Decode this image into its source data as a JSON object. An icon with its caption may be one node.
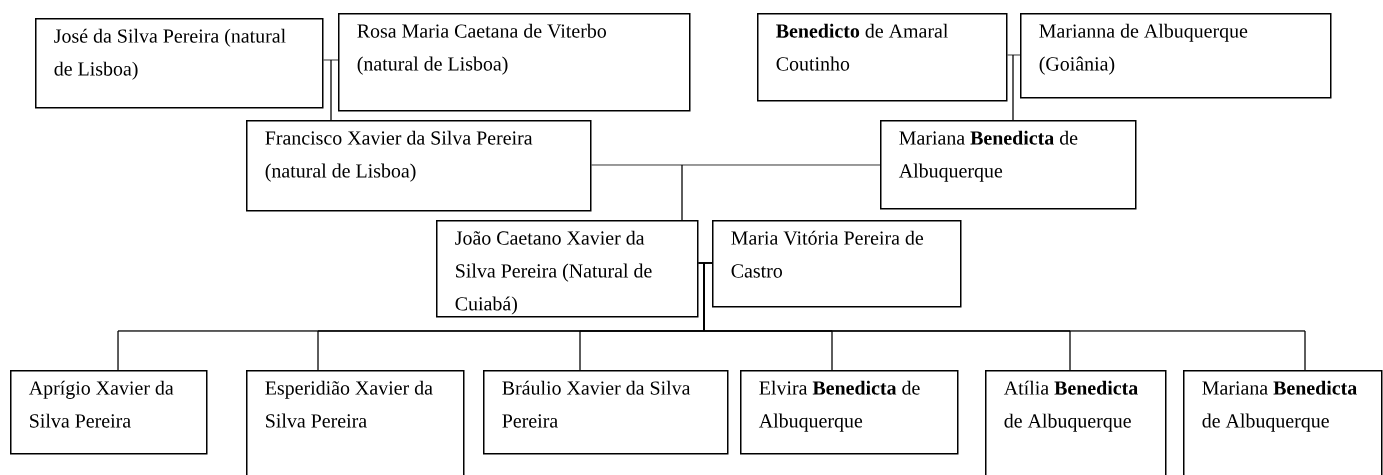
{
  "diagram": {
    "nodes": [
      {
        "text": [
          "José da Silva Pereira (natural de Lisboa)"
        ]
      },
      {
        "text": [
          "Rosa Maria Caetana de Viterbo (natural de Lisboa)"
        ]
      },
      {
        "text": [
          "**Benedicto** de Amaral Coutinho"
        ]
      },
      {
        "text": [
          "Marianna de Albuquerque (Goiânia)"
        ]
      },
      {
        "text": [
          "Francisco Xavier da Silva Pereira (natural de Lisboa)"
        ]
      },
      {
        "text": [
          "Mariana **Benedicta** de Albuquerque"
        ]
      },
      {
        "text": [
          "João Caetano Xavier da Silva Pereira (Natural de Cuiabá)"
        ]
      },
      {
        "text": [
          "Maria Vitória Pereira de Castro"
        ]
      },
      {
        "text": [
          "Aprígio Xavier da Silva Pereira"
        ]
      },
      {
        "text": [
          "Esperidião Xavier da Silva Pereira"
        ]
      },
      {
        "text": [
          "Bráulio Xavier da Silva Pereira"
        ]
      },
      {
        "text": [
          "Elvira **Benedicta** de Albuquerque"
        ]
      },
      {
        "text": [
          "Atília **Benedicta** de Albuquerque"
        ]
      },
      {
        "text": [
          "Mariana **Benedicta** de Albuquerque"
        ]
      }
    ],
    "edges": [
      {
        "from": 0,
        "to": 4,
        "arrow": "none"
      },
      {
        "from": 1,
        "to": 4,
        "arrow": "none"
      },
      {
        "from": 2,
        "to": 5,
        "arrow": "none"
      },
      {
        "from": 3,
        "to": 5,
        "arrow": "none"
      },
      {
        "from": 4,
        "to": 6,
        "arrow": "none"
      },
      {
        "from": 5,
        "to": 6,
        "arrow": "none"
      },
      {
        "from": 6,
        "to": 8,
        "arrow": "none"
      },
      {
        "from": 7,
        "to": 8,
        "arrow": "none"
      },
      {
        "from": 6,
        "to": 9,
        "arrow": "none"
      },
      {
        "from": 7,
        "to": 9,
        "arrow": "none"
      },
      {
        "from": 6,
        "to": 10,
        "arrow": "none"
      },
      {
        "from": 7,
        "to": 10,
        "arrow": "none"
      },
      {
        "from": 6,
        "to": 11,
        "arrow": "none"
      },
      {
        "from": 7,
        "to": 11,
        "arrow": "none"
      },
      {
        "from": 6,
        "to": 12,
        "arrow": "none"
      },
      {
        "from": 7,
        "to": 12,
        "arrow": "none"
      },
      {
        "from": 6,
        "to": 13,
        "arrow": "none"
      },
      {
        "from": 7,
        "to": 13,
        "arrow": "none"
      }
    ]
  }
}
